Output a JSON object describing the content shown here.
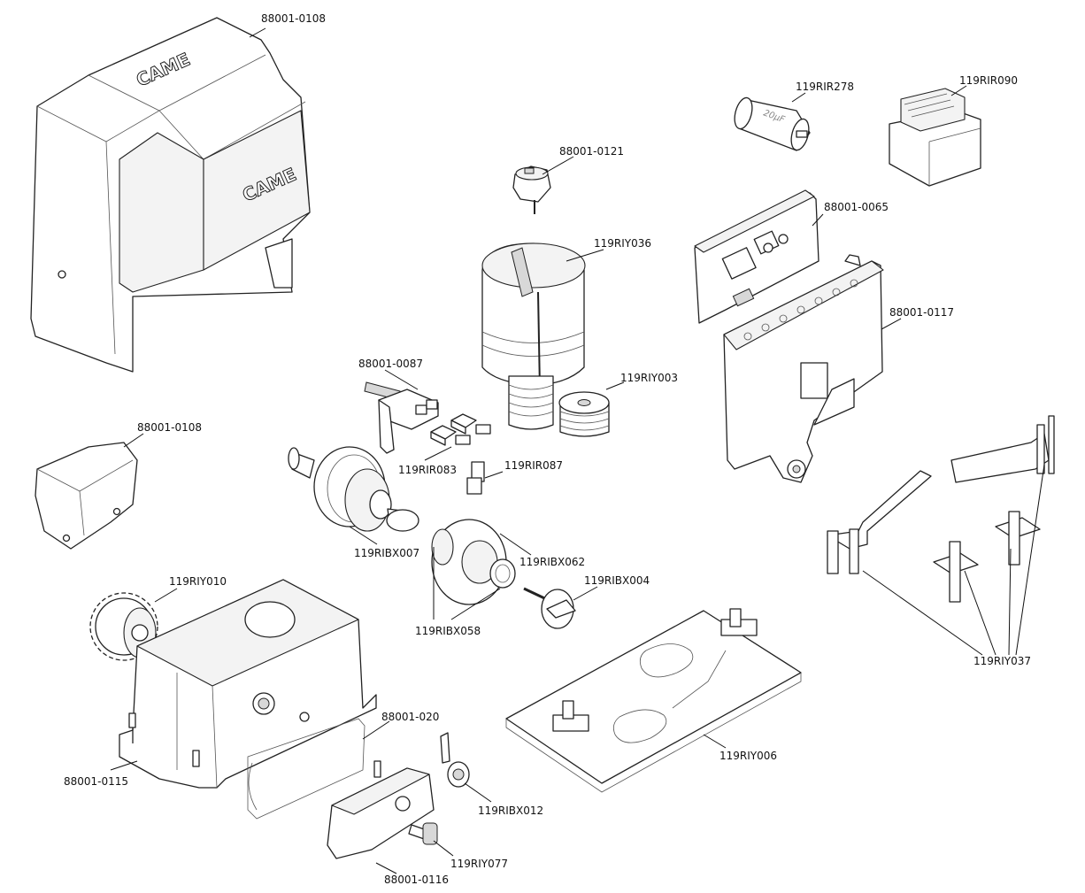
{
  "diagram": {
    "type": "exploded-parts-diagram",
    "brand_marks": [
      "CAME",
      "CAME"
    ],
    "capacitor_marking": "20µF",
    "parts": [
      {
        "id": "cover-top",
        "code": "88001-0108",
        "description": "main cover"
      },
      {
        "id": "capacitor",
        "code": "119RIR278"
      },
      {
        "id": "transformer",
        "code": "119RIR090"
      },
      {
        "id": "encoder",
        "code": "88001-0121"
      },
      {
        "id": "motor",
        "code": "119RIY036"
      },
      {
        "id": "control-board",
        "code": "88001-0065"
      },
      {
        "id": "board-bracket",
        "code": "88001-0117"
      },
      {
        "id": "limit-switch-assembly",
        "code": "88001-0087"
      },
      {
        "id": "worm-screw",
        "code": "119RIY003"
      },
      {
        "id": "cover-small",
        "code": "88001-0108",
        "description": "small cover"
      },
      {
        "id": "microswitches",
        "code": "119RIR083"
      },
      {
        "id": "connector",
        "code": "119RIR087"
      },
      {
        "id": "gear-shaft",
        "code": "119RIBX007"
      },
      {
        "id": "gear-wheel",
        "code": "119RIBX062"
      },
      {
        "id": "release-lever",
        "code": "119RIBX004"
      },
      {
        "id": "bushing",
        "code": "119RIBX058"
      },
      {
        "id": "pinion",
        "code": "119RIY010"
      },
      {
        "id": "gasket",
        "code": "88001-020"
      },
      {
        "id": "gearbox-base",
        "code": "88001-0115"
      },
      {
        "id": "lock-cylinder",
        "code": "119RIBX012"
      },
      {
        "id": "base-plate",
        "code": "119RIY006"
      },
      {
        "id": "key",
        "code": "119RIY077"
      },
      {
        "id": "release-cover",
        "code": "88001-0116"
      },
      {
        "id": "limit-cams-and-bolts",
        "code": "119RIY037"
      }
    ]
  }
}
